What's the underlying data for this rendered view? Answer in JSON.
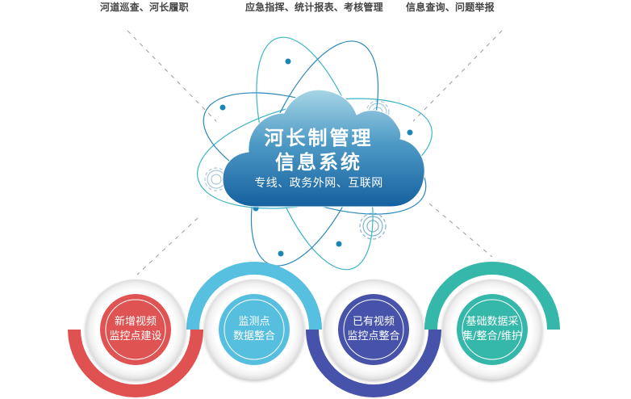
{
  "top_labels": [
    {
      "text": "河道巡查、河长履职"
    },
    {
      "text": "应急指挥、统计报表、考核管理"
    },
    {
      "text": "信息查询、问题举报"
    }
  ],
  "center": {
    "title_line1": "河长制管理",
    "title_line2": "信息系统",
    "subtitle": "专线、政务外网、互联网",
    "cloud_color_top": "#9fd0e2",
    "cloud_color_bottom": "#1a6aa8"
  },
  "nodes": [
    {
      "line1": "新增视频",
      "line2": "监控点建设",
      "color": "#e05252"
    },
    {
      "line1": "监测点",
      "line2": "数据整合",
      "color": "#57bfe0"
    },
    {
      "line1": "已有视频",
      "line2": "监控点整合",
      "color": "#4753ab"
    },
    {
      "line1": "基础数据采",
      "line2": "集/整合/维护",
      "color": "#35b8aa"
    }
  ],
  "colors": {
    "orbit": "#3aa9c4",
    "orbit_dot": "#1a86b5",
    "dashed_line": "#999999",
    "label_text": "#444444"
  }
}
